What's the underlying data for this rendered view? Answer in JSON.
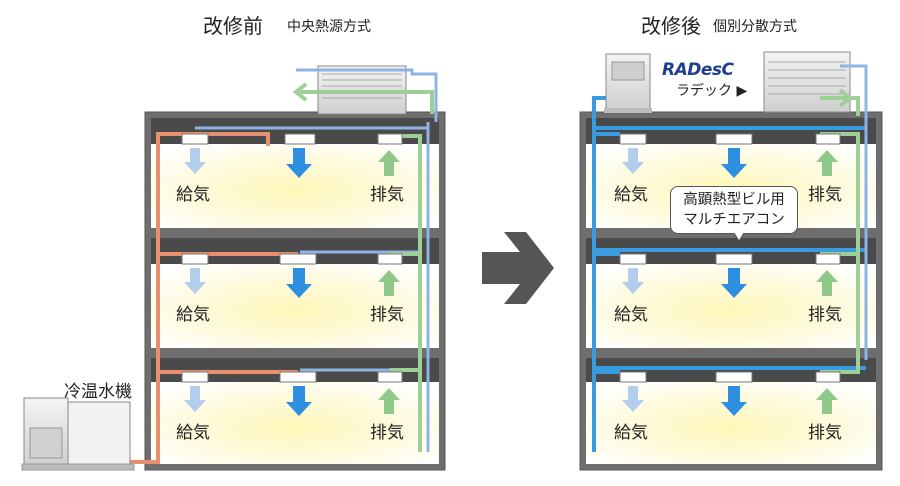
{
  "left": {
    "title": "改修前",
    "subtitle": "中央熱源方式",
    "chiller_label": "冷温水機",
    "supply_label": "給気",
    "exhaust_label": "排気"
  },
  "right": {
    "title": "改修後",
    "subtitle": "個別分散方式",
    "logo_text": "RADesC",
    "brand_label": "ラデック ▶",
    "callout_line1": "高顕熱型ビル用",
    "callout_line2": "マルチエアコン",
    "supply_label": "給気",
    "exhaust_label": "排気"
  },
  "colors": {
    "hot_water_pipe": "#e8906e",
    "cold_pipe": "#8db4e4",
    "refrigerant_pipe": "#3a9ce0",
    "exhaust_duct": "#9dcf97",
    "supply_arrow_light": "#b4cdec",
    "supply_arrow_strong": "#2e8ee0",
    "exhaust_arrow": "#8ec98a",
    "transition_arrow": "#555555"
  }
}
